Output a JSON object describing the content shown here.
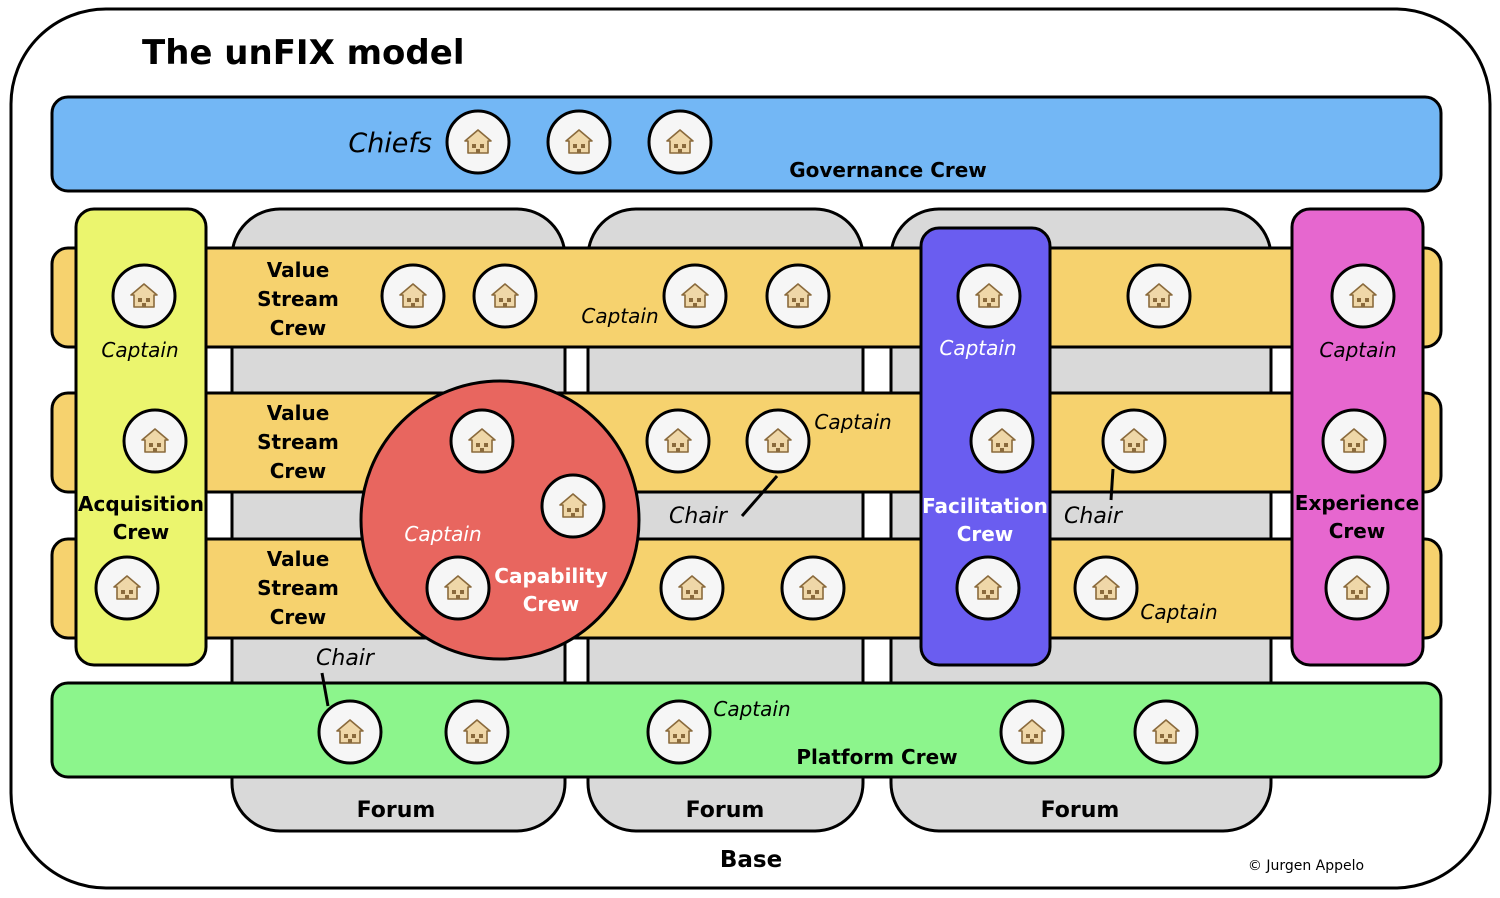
{
  "title": "The unFIX model",
  "base_label": "Base",
  "copyright": "© Jurgen Appelo",
  "colors": {
    "governance": "#73b7f5",
    "value_stream": "#f6d26e",
    "forum": "#d9d9d9",
    "acquisition": "#ebf56e",
    "facilitation": "#6a5df0",
    "experience": "#e667cf",
    "capability": "#e8665f",
    "platform": "#8cf58c"
  },
  "governance": {
    "label": "Governance Crew",
    "role_label": "Chiefs"
  },
  "value_streams": [
    {
      "label_lines": [
        "Value",
        "Stream",
        "Crew"
      ]
    },
    {
      "label_lines": [
        "Value",
        "Stream",
        "Crew"
      ]
    },
    {
      "label_lines": [
        "Value",
        "Stream",
        "Crew"
      ]
    }
  ],
  "acquisition": {
    "label_lines": [
      "Acquisition",
      "Crew"
    ],
    "role_label": "Captain"
  },
  "facilitation": {
    "label_lines": [
      "Facilitation",
      "Crew"
    ],
    "role_label": "Captain"
  },
  "experience": {
    "label_lines": [
      "Experience",
      "Crew"
    ],
    "role_label": "Captain"
  },
  "capability": {
    "label_lines": [
      "Capability",
      "Crew"
    ],
    "role_label": "Captain"
  },
  "platform": {
    "label": "Platform Crew",
    "role_label": "Captain"
  },
  "forums": [
    "Forum",
    "Forum",
    "Forum"
  ],
  "annotations": {
    "vs1_captain": "Captain",
    "vs2_captain": "Captain",
    "vs3_captain": "Captain",
    "chair_1": "Chair",
    "chair_2": "Chair",
    "chair_3": "Chair"
  },
  "member_icon": "house-icon"
}
